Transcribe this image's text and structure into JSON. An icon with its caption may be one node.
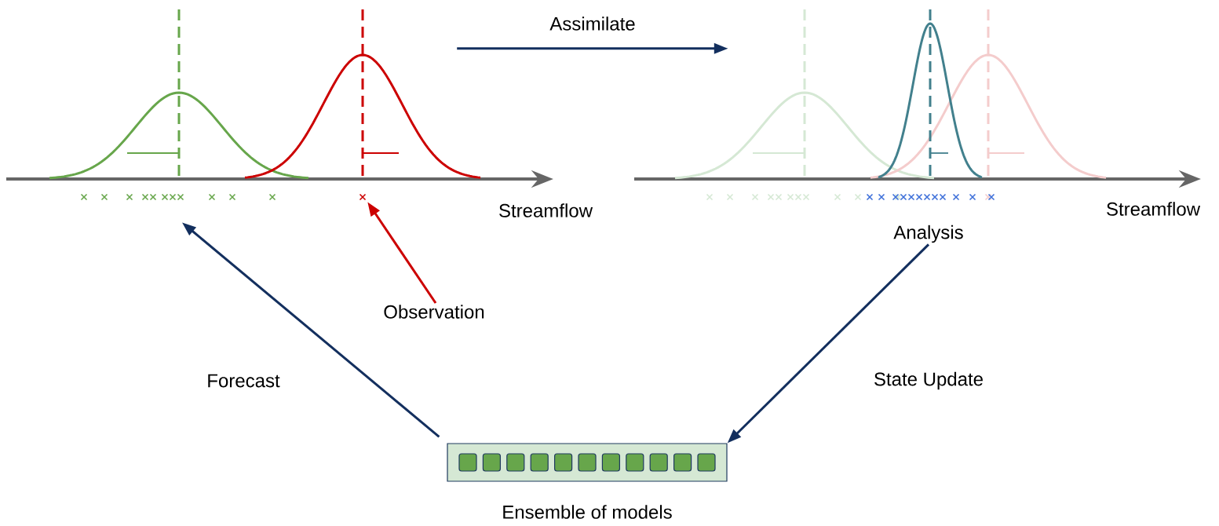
{
  "diagram": {
    "nodes": [
      {
        "text": [],
        "shape": "picture"
      },
      {
        "text": [],
        "shape": "cross",
        "in": 0
      },
      {
        "text": [],
        "shape": "picture"
      },
      {
        "text": [
          "Analysis"
        ]
      },
      {
        "text": [
          "Observation"
        ]
      },
      {
        "text": [
          "Ensemble of models"
        ]
      }
    ],
    "edges": [
      {
        "from": 0,
        "to": 2,
        "arrow": "to",
        "label": "Assimilate"
      },
      {
        "from": 5,
        "to": 0,
        "arrow": "to",
        "label": "Forecast"
      },
      {
        "from": 4,
        "to": 1,
        "arrow": "to",
        "color": "#cc0000"
      },
      {
        "from": 3,
        "to": 5,
        "arrow": "to",
        "label": "State Update"
      }
    ],
    "labels": [
      "Streamflow",
      "Streamflow"
    ]
  }
}
